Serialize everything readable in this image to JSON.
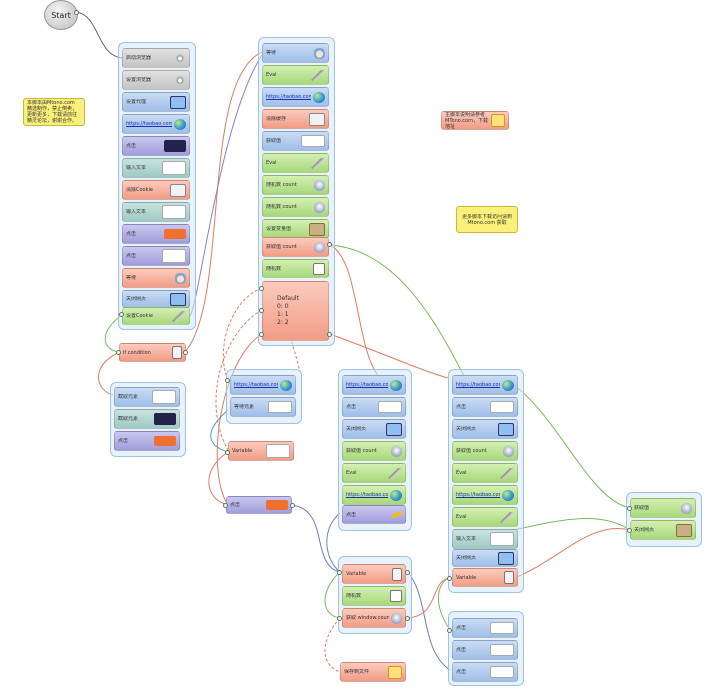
{
  "start_label": "Start",
  "notes": {
    "left": "本脚本由Mtono.com 精选制作，禁止倒卖，更新更多，下载请前往精灵论坛，谢谢合作。",
    "mid": "主脚本说明请参考MTono.com，下载地址",
    "right": "更多脚本下载访问请到 Mtono.com 获取"
  },
  "col_a": [
    {
      "label": "启动浏览器",
      "icon": "gear-icon"
    },
    {
      "label": "设置浏览器",
      "icon": "gear-icon"
    },
    {
      "label": "设置代理",
      "icon": "download-icon"
    },
    {
      "label": "https://taobao.com/",
      "icon": "globe-icon",
      "link": true
    },
    {
      "label": "点击",
      "icon": "thumbnail-icon"
    },
    {
      "label": "输入文本",
      "icon": "thumbnail-icon"
    },
    {
      "label": "清除Cookie",
      "icon": "keyboard-icon"
    },
    {
      "label": "输入文本",
      "icon": "thumbnail-icon"
    },
    {
      "label": "点击",
      "icon": "button-thumbnail-icon"
    },
    {
      "label": "点击",
      "icon": "thumbnail-icon"
    },
    {
      "label": "等待",
      "icon": "hand-icon"
    },
    {
      "label": "关闭网页",
      "icon": "download-icon"
    },
    {
      "label": "设置Cookie",
      "icon": "feather-icon"
    }
  ],
  "col_a_if": {
    "label": "if condition",
    "icon": "clip-icon"
  },
  "col_a2": [
    {
      "label": "截取元素",
      "icon": "thumbnail-icon"
    },
    {
      "label": "截取元素",
      "icon": "thumbnail-icon"
    },
    {
      "label": "点击",
      "icon": "button-thumbnail-icon"
    }
  ],
  "col_b": [
    {
      "label": "等待",
      "icon": "hand-icon"
    },
    {
      "label": "Eval",
      "icon": "feather-icon"
    },
    {
      "label": "https://taobao.com/",
      "icon": "globe-icon",
      "link": true
    },
    {
      "label": "清除缓存",
      "icon": "keyboard-icon"
    },
    {
      "label": "获取值",
      "icon": "form-icon"
    },
    {
      "label": "Eval",
      "icon": "feather-icon"
    },
    {
      "label": "随机数 count",
      "icon": "mouse-icon"
    },
    {
      "label": "随机数 count",
      "icon": "mouse-icon"
    },
    {
      "label": "设置变量值",
      "icon": "brown-icon"
    },
    {
      "label": "获取值 count",
      "icon": "mouse-icon"
    },
    {
      "label": "随机数",
      "icon": "dice-icon"
    }
  ],
  "switch": {
    "title": "Default",
    "cases": [
      "0: 0",
      "1: 1",
      "2: 2"
    ]
  },
  "col_c_top": [
    {
      "label": "https://taobao.com/",
      "icon": "globe-icon",
      "link": true
    },
    {
      "label": "等待元素",
      "icon": "form-icon"
    }
  ],
  "col_c_mid": {
    "label": "Variable",
    "icon": "thumbnail-icon"
  },
  "col_c_click": {
    "label": "点击",
    "icon": "button-thumbnail-icon"
  },
  "col_d": [
    {
      "label": "https://taobao.com/",
      "icon": "globe-icon",
      "link": true
    },
    {
      "label": "点击",
      "icon": "form-icon"
    },
    {
      "label": "关闭网页",
      "icon": "download-icon"
    },
    {
      "label": "获取值 count",
      "icon": "mouse-icon"
    },
    {
      "label": "Eval",
      "icon": "feather-icon"
    },
    {
      "label": "https://taobao.com/",
      "icon": "globe-icon",
      "link": true
    },
    {
      "label": "点击",
      "icon": "bolt-icon"
    }
  ],
  "col_d2": [
    {
      "label": "Variable",
      "icon": "clip-icon"
    },
    {
      "label": "随机数",
      "icon": "dice-icon"
    },
    {
      "label": "获取 window.count",
      "icon": "mouse-icon"
    }
  ],
  "col_d_bottom": {
    "label": "保存到文件",
    "icon": "note-icon"
  },
  "col_e": [
    {
      "label": "https://taobao.com/",
      "icon": "globe-icon",
      "link": true
    },
    {
      "label": "点击",
      "icon": "form-icon"
    },
    {
      "label": "关闭网页",
      "icon": "download-icon"
    },
    {
      "label": "获取值 count",
      "icon": "mouse-icon"
    },
    {
      "label": "Eval",
      "icon": "feather-icon"
    },
    {
      "label": "https://taobao.com/",
      "icon": "globe-icon",
      "link": true
    },
    {
      "label": "Eval",
      "icon": "feather-icon"
    },
    {
      "label": "输入文本",
      "icon": "thumbnail-icon"
    },
    {
      "label": "关闭网页",
      "icon": "download-icon"
    },
    {
      "label": "Variable",
      "icon": "clip-icon"
    }
  ],
  "col_e2": [
    {
      "label": "点击",
      "icon": "button-thumbnail-icon"
    },
    {
      "label": "点击",
      "icon": "button-thumbnail-icon"
    },
    {
      "label": "点击",
      "icon": "button-thumbnail-icon"
    }
  ],
  "col_f": [
    {
      "label": "获取值",
      "icon": "mouse-icon"
    },
    {
      "label": "关闭网页",
      "icon": "laptop-icon"
    }
  ]
}
